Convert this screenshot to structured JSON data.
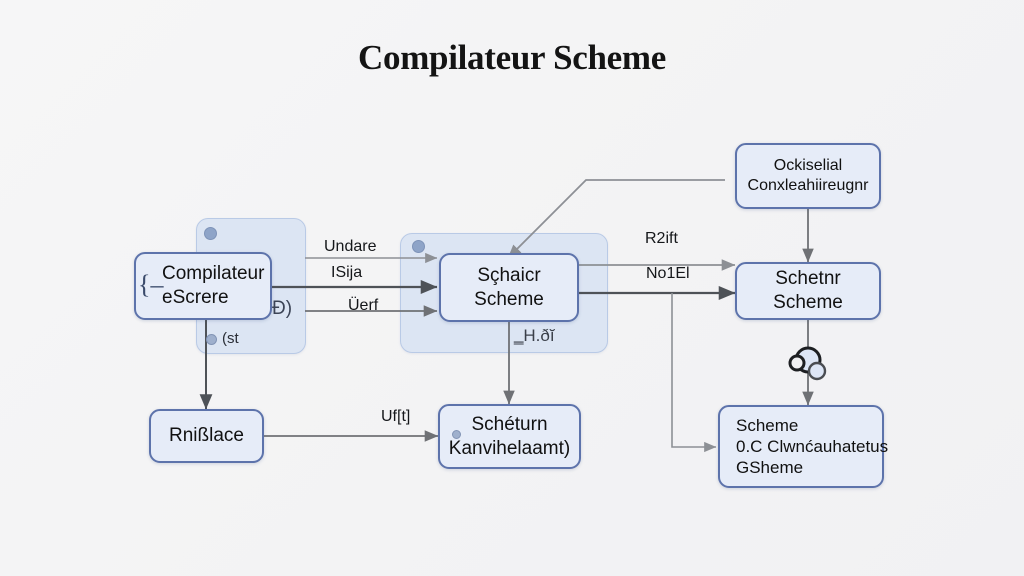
{
  "page": {
    "title": "Compilateur Scheme",
    "background_color": "#f4f4f5"
  },
  "palette": {
    "node_fill": "#e6ecf8",
    "node_border": "#5d73ab",
    "group_fill": "#dce5f3",
    "group_border": "#b9cae6",
    "edge_color": "#6f7175",
    "text_color": "#141414"
  },
  "nodes": {
    "compilateur": {
      "line1": "Compilateur",
      "line2": "eScrere"
    },
    "scheme_center": {
      "line1": "Sçhaicr",
      "line2": "Scheme"
    },
    "conxledhir": {
      "line1": "Ockiselial",
      "line2": "Conxleahiireugnr"
    },
    "schetnr": {
      "line1": "Schetnr",
      "line2": "Scheme"
    },
    "remplace": {
      "line1": "Rnißlace"
    },
    "scheturn": {
      "line1": "Schéturn",
      "line2": "Kanvihelaamt)"
    },
    "scheme_multi": {
      "line1": "Scheme",
      "line2": "0.C Clwnćauhatetus",
      "line3": "GSheme"
    }
  },
  "edge_labels": {
    "undare": "Undare",
    "sija": "ISija",
    "uerf": "Üerf",
    "raift": "R2ift",
    "noiel": "No1El",
    "uftl": "Uf[t]"
  },
  "decorations": {
    "left_group_item": "(st",
    "left_group_mark": "Ð)",
    "bracket_icon": "{-",
    "cluster_icon": "circle-cluster-icon"
  }
}
